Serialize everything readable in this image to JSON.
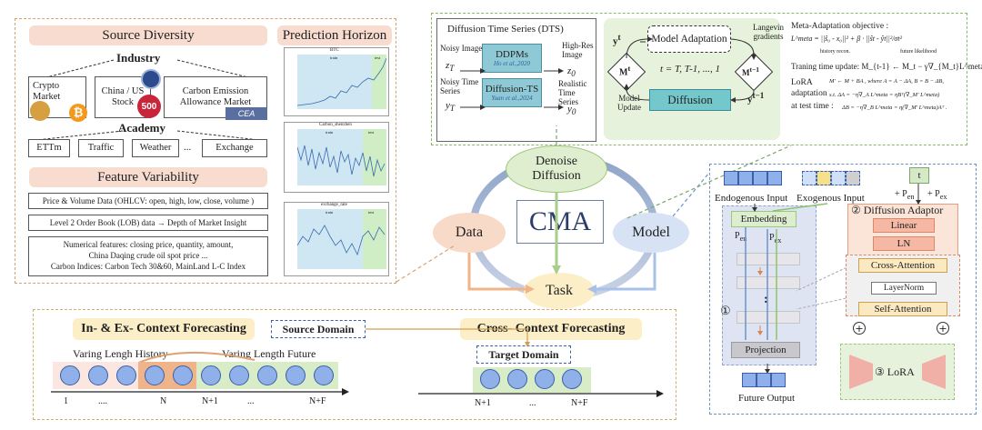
{
  "data_panel": {
    "source_diversity": "Source Diversity",
    "prediction_horizon": "Prediction Horizon",
    "industry": "Industry",
    "academy": "Academy",
    "crypto": "Crypto Market",
    "stock": "China / US Stock",
    "carbon": "Carbon Emission Allowance Market",
    "badge_500": "500",
    "datasets": [
      "ETTm",
      "Traffic",
      "Weather",
      "...",
      "Exchange"
    ],
    "feature_variability": "Feature Variability",
    "feature_lines": [
      "Price & Volume Data (OHLCV: open, high, low, close, volume )",
      "Level 2 Order Book (LOB) data → Depth of Market Insight"
    ],
    "numerical_features": [
      "Numerical features: closing price, quantity, amount,",
      "China Daqing crude oil spot price ...",
      "Carbon Indices: Carbon Tech 30&60, MainLand L-C Index"
    ],
    "plots": [
      {
        "title": "BTC",
        "train": "train",
        "test": "test"
      },
      {
        "title": "Carbon_shenzhen",
        "train": "train",
        "test": "test"
      },
      {
        "title": "exchange_rate",
        "train": "train",
        "test": "test"
      }
    ]
  },
  "dts_panel": {
    "title": "Diffusion Time Series (DTS)",
    "noisy_image": "Noisy Image",
    "z_t": "z_T",
    "noisy_ts": "Noisy Time Series",
    "y_t": "y_T",
    "ddpm": "DDPMs",
    "ddpm_ref": "Ho et al.,2020",
    "dts": "Diffusion-TS",
    "dts_ref": "Yuan et al.,2024",
    "highres": "High-Res Image",
    "z0": "z_0",
    "realistic": "Realistic Time Series",
    "y0": "y_0"
  },
  "meta_panel": {
    "model_adaptation": "Model Adaptation",
    "diffusion": "Diffusion",
    "model_update": "Model Update",
    "t_eq": "t = T, T-1, ..., 1",
    "m_t": "M^t",
    "m_t1": "M^{t-1}",
    "y_t": "y^t",
    "y_t1": "y^{t-1}",
    "langevin": "Langevin gradients",
    "objective_title": "Meta-Adaptation objective :",
    "objective_eq": "L^meta = ||ŝ₀ - x₀||² + β · ||ŝt - ŷt||²/σt²",
    "history_recon": "history recon.",
    "future_likelihood": "future likelihood",
    "train_update": "Traning time update:  M_{t-1} ← M_t − γ∇_{M_t}L^meta",
    "lora_label": "LoRA adaptation",
    "at_test": "at test time :",
    "lora_eq1": "M' ← M + BA , where A = A − ΔA,  B = B − ΔB,",
    "lora_eq2": "s.t. ΔA = −η∇_A L^meta = ηBᵀ(∇_M' L^meta)",
    "lora_eq3": "ΔB = −η∇_B L^meta = η(∇_M' L^meta)Aᵀ ."
  },
  "center": {
    "cma": "CMA",
    "data": "Data",
    "model": "Model",
    "task": "Task",
    "denoise_diffusion": "Denoise Diffusion"
  },
  "model_panel": {
    "endogenous": "Endogenous Input",
    "exogenous": "Exogenous Input",
    "t": "t",
    "p_en": "+ P_en",
    "p_ex": "+ P_ex",
    "adaptor": "② Diffusion Adaptor",
    "linear": "Linear",
    "ln": "LN",
    "embedding": "Embedding",
    "pen": "P_en",
    "pex": "P_ex",
    "circle1": "①",
    "dots": ":",
    "projection": "Projection",
    "future_output": "Future Output",
    "cross_attention": "Cross-Attention",
    "layernorm": "LayerNorm",
    "self_attention": "Self-Attention",
    "lora": "③ LoRA"
  },
  "task_panel": {
    "in_ex": "In- & Ex- Context Forecasting",
    "source_domain": "Source Domain",
    "cross": "Cross- Context Forecasting",
    "target_domain": "Target Domain",
    "varing_history": "Varing Lengh History",
    "varing_future": "Varing Length Future",
    "ticks_left": [
      "1",
      "....",
      "N",
      "N+1",
      "...",
      "N+F"
    ],
    "ticks_right": [
      "N+1",
      "...",
      "N+F"
    ]
  }
}
